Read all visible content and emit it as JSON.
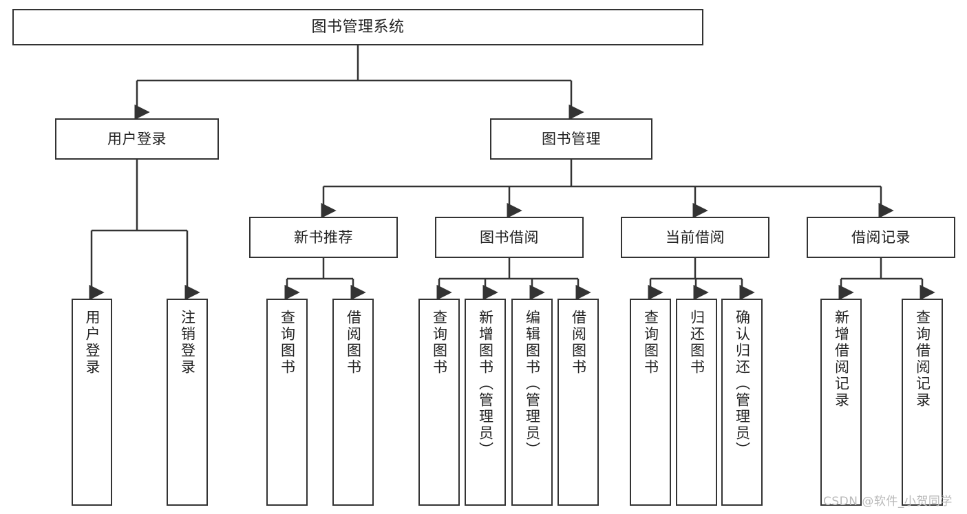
{
  "diagram": {
    "title": "图书管理系统",
    "stroke_color": "#333333",
    "fill_color": "#ffffff",
    "text_color": "#222222"
  },
  "nodes": {
    "root": {
      "label": "图书管理系统"
    },
    "level2": [
      {
        "label": "用户登录"
      },
      {
        "label": "图书管理"
      }
    ],
    "level3": [
      {
        "label": "新书推荐"
      },
      {
        "label": "图书借阅"
      },
      {
        "label": "当前借阅"
      },
      {
        "label": "借阅记录"
      }
    ],
    "leaves": {
      "user_login": [
        {
          "label": "用户登录"
        },
        {
          "label": "注销登录"
        }
      ],
      "new_book_recommend": [
        {
          "label": "查询图书"
        },
        {
          "label": "借阅图书"
        }
      ],
      "book_borrow": [
        {
          "label": "查询图书"
        },
        {
          "label": "新增图书（管理员）"
        },
        {
          "label": "编辑图书（管理员）"
        },
        {
          "label": "借阅图书"
        }
      ],
      "current_borrow": [
        {
          "label": "查询图书"
        },
        {
          "label": "归还图书"
        },
        {
          "label": "确认归还（管理员）"
        }
      ],
      "borrow_record": [
        {
          "label": "新增借阅记录"
        },
        {
          "label": "查询借阅记录"
        }
      ]
    }
  },
  "watermark": {
    "text": "CSDN @软件_小贺同学"
  }
}
